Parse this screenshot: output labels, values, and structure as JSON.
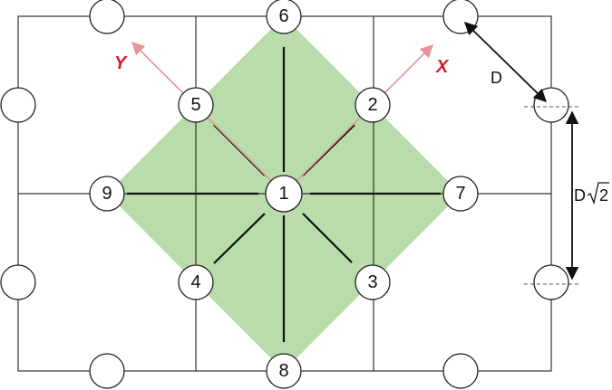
{
  "nodes": [
    {
      "label": "1"
    },
    {
      "label": "2"
    },
    {
      "label": "3"
    },
    {
      "label": "4"
    },
    {
      "label": "5"
    },
    {
      "label": "6"
    },
    {
      "label": "7"
    },
    {
      "label": "8"
    },
    {
      "label": "9"
    }
  ],
  "axes": {
    "x_label": "X",
    "y_label": "Y"
  },
  "dimensions": {
    "diagonal_label": "D",
    "vertical_label_prefix": "D",
    "vertical_label_radicand": "2"
  },
  "colors": {
    "region_fill": "#b9dcaa",
    "axis_arrow": "#e3969a",
    "axis_text": "#cc2026",
    "grid_line": "#333333"
  }
}
